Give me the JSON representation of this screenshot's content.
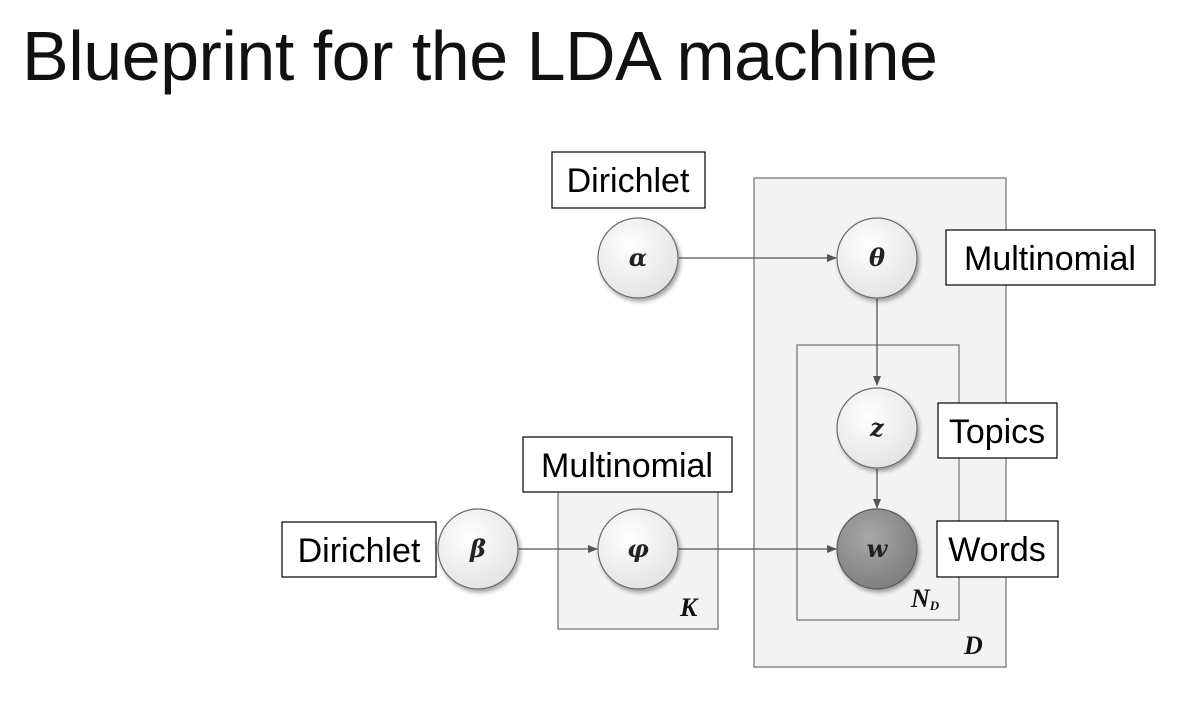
{
  "title": "Blueprint for the LDA machine",
  "nodes": {
    "alpha": "α",
    "theta": "θ",
    "z": "z",
    "beta": "β",
    "phi": "φ",
    "w": "w"
  },
  "plates": {
    "k": "K",
    "nd_main": "N",
    "nd_sub": "D",
    "d": "D"
  },
  "annotations": {
    "dirichlet_top": "Dirichlet",
    "multinomial_right": "Multinomial",
    "topics": "Topics",
    "multinomial_left": "Multinomial",
    "dirichlet_left": "Dirichlet",
    "words": "Words"
  },
  "colors": {
    "plate_fill": "#f3f3f3",
    "plate_stroke": "#8a8a8a",
    "node_fill": "#f6f6f6",
    "observed_fill": "#8c8c8c",
    "edge": "#555555"
  }
}
